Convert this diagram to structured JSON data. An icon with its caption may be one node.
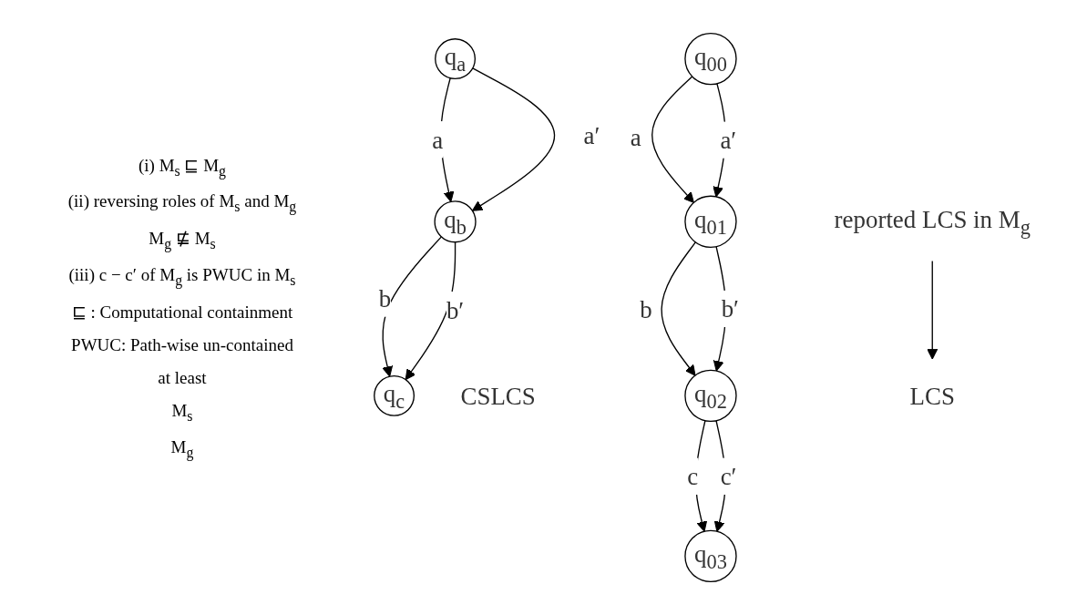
{
  "diagram": {
    "nodes": [
      {
        "text": [
          "q$_{a}$"
        ]
      },
      {
        "text": [
          "q$_{b}$"
        ]
      },
      {
        "text": [
          "q$_{c}$"
        ],
        "beside": [
          "CSLCS"
        ]
      },
      {
        "text": [
          "q$_{00}$"
        ]
      },
      {
        "text": [
          "q$_{01}$"
        ]
      },
      {
        "text": [
          "q$_{02}$"
        ]
      },
      {
        "text": [
          "q$_{03}$"
        ]
      },
      {
        "text": [
          "reported LCS in M$_{g}$"
        ]
      },
      {
        "text": [
          "LCS"
        ]
      }
    ],
    "edges": [
      {
        "from": 0,
        "to": 1,
        "arrow": "to",
        "label": "a"
      },
      {
        "from": 0,
        "to": 1,
        "arrow": "to",
        "label": "a′"
      },
      {
        "from": 1,
        "to": 2,
        "arrow": "to",
        "label": "b"
      },
      {
        "from": 1,
        "to": 2,
        "arrow": "to",
        "label": "b′"
      },
      {
        "from": 3,
        "to": 4,
        "arrow": "to",
        "label": "a"
      },
      {
        "from": 3,
        "to": 4,
        "arrow": "to",
        "label": "a′"
      },
      {
        "from": 4,
        "to": 5,
        "arrow": "to",
        "label": "b"
      },
      {
        "from": 4,
        "to": 5,
        "arrow": "to",
        "label": "b′"
      },
      {
        "from": 5,
        "to": 6,
        "arrow": "to",
        "label": "c"
      },
      {
        "from": 5,
        "to": 6,
        "arrow": "to",
        "label": "c′"
      },
      {
        "from": 7,
        "to": 8,
        "arrow": "to"
      }
    ],
    "labels": [
      "(i) M$_{s}$ ⊑ M$_{g}$",
      "(ii) reversing roles of M$_{s}$ and M$_{g}$",
      "M$_{g}$ ⋢ M$_{s}$",
      "(iii) c − c′ of M$_{g}$ is PWUC in M$_{s}$",
      "⊑ : Computational containment",
      "PWUC: Path-wise un-contained",
      "at least",
      "M$_{s}$",
      "M$_{g}$"
    ]
  }
}
